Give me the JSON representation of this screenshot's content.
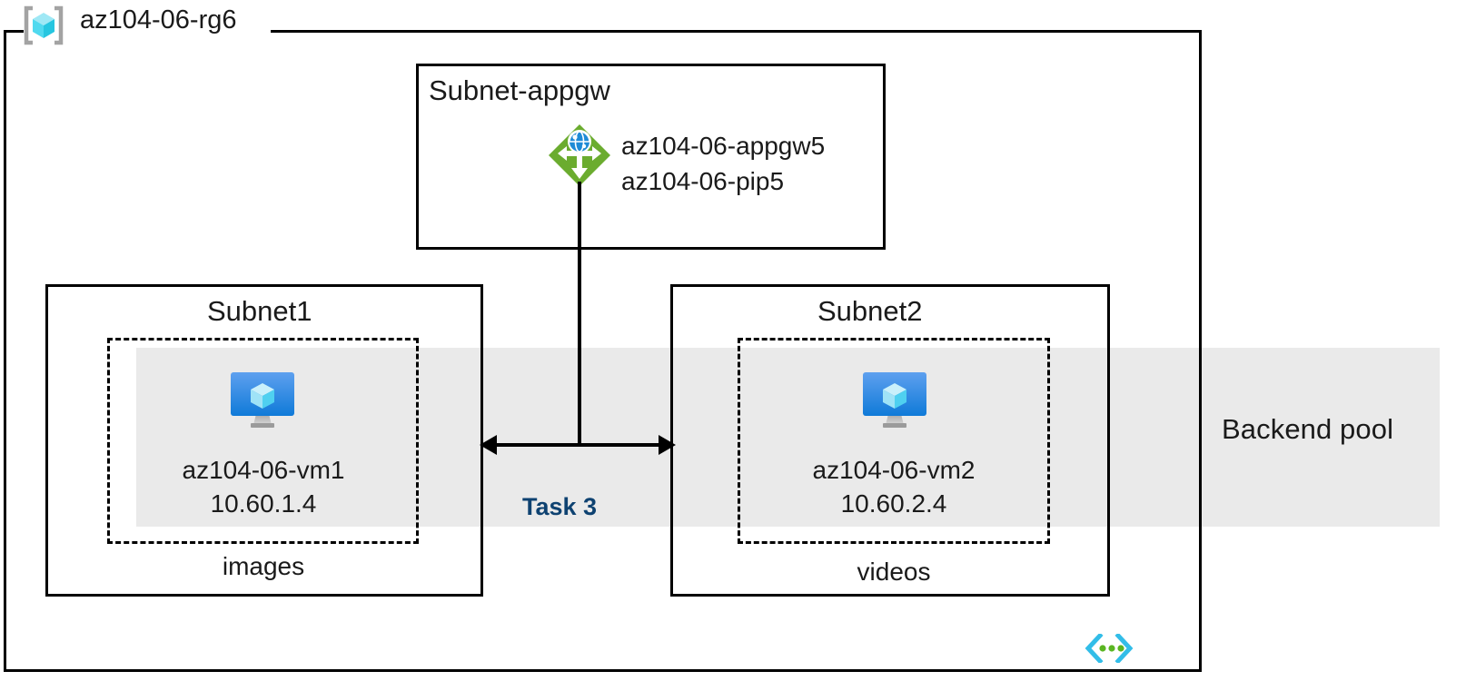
{
  "diagram": {
    "resource_group": {
      "name": "az104-06-rg6",
      "icon": "resource-group-cube-icon"
    },
    "backend_pool": {
      "label": "Backend pool",
      "band_color": "#eaeaea"
    },
    "subnets": [
      {
        "id": "subnet-appgw",
        "title": "Subnet-appgw",
        "resources": [
          {
            "icon": "application-gateway-icon",
            "icon_color": "#6bac2f",
            "labels": [
              "az104-06-appgw5",
              "az104-06-pip5"
            ]
          }
        ]
      },
      {
        "id": "subnet1",
        "title": "Subnet1",
        "vm": {
          "icon": "virtual-machine-icon",
          "name": "az104-06-vm1",
          "ip": "10.60.1.4"
        },
        "application_security_group": "images"
      },
      {
        "id": "subnet2",
        "title": "Subnet2",
        "vm": {
          "icon": "virtual-machine-icon",
          "name": "az104-06-vm2",
          "ip": "10.60.2.4"
        },
        "application_security_group": "videos"
      }
    ],
    "connector": {
      "task_label": "Task 3",
      "task_label_color": "#0e4271",
      "arrow_style": "double-headed"
    },
    "virtual_network_icon": "virtual-network-icon"
  }
}
